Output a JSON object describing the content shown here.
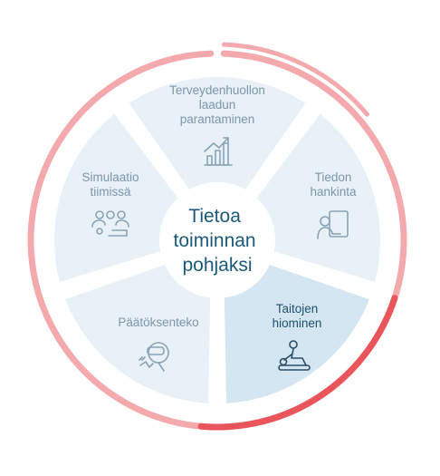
{
  "colors": {
    "segment_fill": "#e8f1f8",
    "segment_active_fill": "#d3e6f1",
    "segment_text": "#7d95a8",
    "segment_active_text": "#1f4f6d",
    "center_text": "#1a5a7a",
    "ring_light": "#f4a9ac",
    "ring_strong": "#e9555a"
  },
  "center": {
    "lines": [
      "Tietoa",
      "toiminnan",
      "pohjaksi"
    ]
  },
  "segments": [
    {
      "lines": [
        "Terveydenhuollon",
        "laadun",
        "parantaminen"
      ],
      "icon": "growth-chart-icon",
      "active": false
    },
    {
      "lines": [
        "Tiedon",
        "hankinta"
      ],
      "icon": "person-screen-icon",
      "active": false
    },
    {
      "lines": [
        "Taitojen",
        "hiominen"
      ],
      "icon": "person-training-icon",
      "active": true
    },
    {
      "lines": [
        "Päätöksenteko"
      ],
      "icon": "vr-headset-icon",
      "active": false
    },
    {
      "lines": [
        "Simulaatio",
        "tiimissä"
      ],
      "icon": "team-icon",
      "active": false
    }
  ]
}
